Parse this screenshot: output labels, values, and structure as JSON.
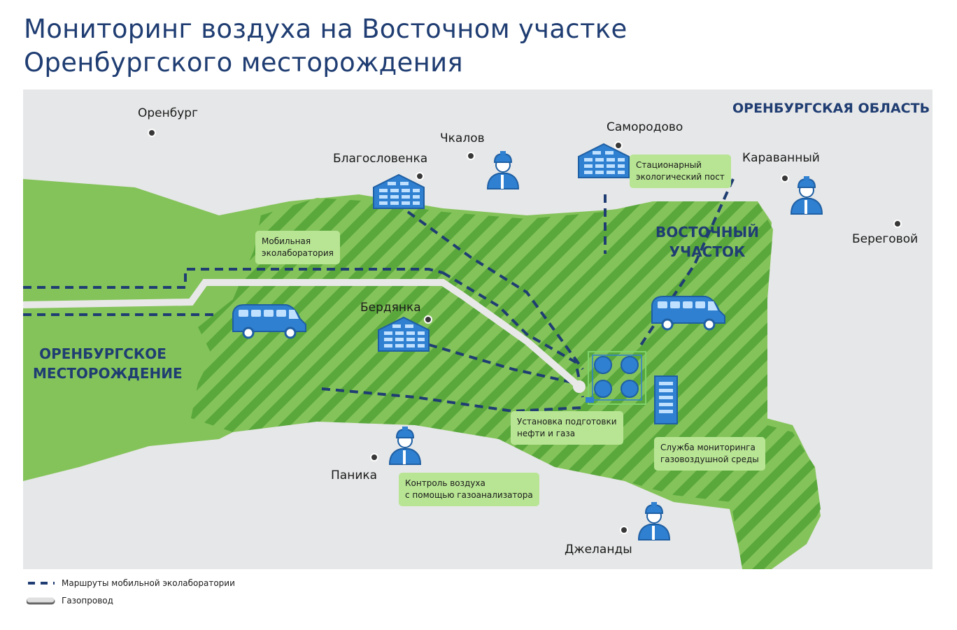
{
  "title": {
    "line1": "Мониторинг воздуха на Восточном участке",
    "line2": "Оренбургского месторождения"
  },
  "region": "ОРЕНБУРГСКАЯ ОБЛАСТЬ",
  "zones": {
    "field_line1": "ОРЕНБУРГСКОЕ",
    "field_line2": "МЕСТОРОЖДЕНИЕ",
    "east_line1": "ВОСТОЧНЫЙ",
    "east_line2": "УЧАСТОК"
  },
  "settlements": [
    "Оренбург",
    "Чкалов",
    "Самородово",
    "Благословенка",
    "Караванный",
    "Береговой",
    "Бердянка",
    "Паника",
    "Джеланды"
  ],
  "callouts": {
    "station": [
      "Стационарный",
      "экологический пост"
    ],
    "mobile_lab": [
      "Мобильная",
      "эколаборатория"
    ],
    "plant": [
      "Установка подготовки",
      "нефти и газа"
    ],
    "monitoring": [
      "Служба мониторинга",
      "газовоздушной среды"
    ],
    "gas_control": [
      "Контроль воздуха",
      "с помощью газоанализатора"
    ]
  },
  "legend": {
    "routes": "Маршруты мобильной эколаборатории",
    "pipeline": "Газопровод"
  },
  "icons": [
    "building-icon",
    "worker-icon",
    "van-icon",
    "tanks-icon",
    "server-rack-icon",
    "settlement-dot-icon"
  ],
  "colors": {
    "title": "#1f3d72",
    "field_green": "#84c35a",
    "route_blue": "#1f3d72",
    "callout_green": "#b8e594",
    "icon_blue": "#2f80d1",
    "pipeline": "#e8e8e8"
  }
}
